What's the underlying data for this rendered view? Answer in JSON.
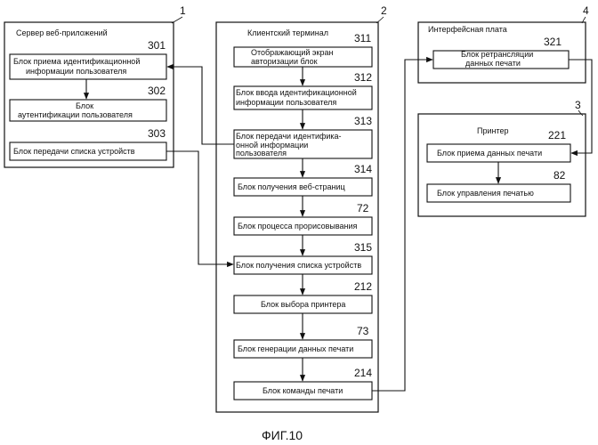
{
  "containers": [
    {
      "id": "server",
      "title": "Сервер веб-приложений",
      "ref": "1"
    },
    {
      "id": "client",
      "title": "Клиентский терминал",
      "ref": "2"
    },
    {
      "id": "board",
      "title": "Интерфейсная плата",
      "ref": "4"
    },
    {
      "id": "printer",
      "title": "Принтер",
      "ref": "3"
    }
  ],
  "blocks": [
    {
      "id": "b301",
      "ref": "301",
      "lines": [
        "Блок приема идентификационной",
        "информации пользователя"
      ]
    },
    {
      "id": "b302",
      "ref": "302",
      "lines": [
        "Блок",
        "аутентификации пользователя"
      ]
    },
    {
      "id": "b303",
      "ref": "303",
      "lines": [
        "Блок передачи списка устройств"
      ]
    },
    {
      "id": "b311",
      "ref": "311",
      "lines": [
        "Отображающий экран",
        "авторизации блок"
      ]
    },
    {
      "id": "b312",
      "ref": "312",
      "lines": [
        "Блок ввода идентификационной",
        "информации пользователя"
      ]
    },
    {
      "id": "b313",
      "ref": "313",
      "lines": [
        "Блок передачи идентифика-",
        "онной информации",
        "пользователя"
      ]
    },
    {
      "id": "b314",
      "ref": "314",
      "lines": [
        "Блок получения веб-страниц"
      ]
    },
    {
      "id": "b72",
      "ref": "72",
      "lines": [
        "Блок процесса прорисовывания"
      ]
    },
    {
      "id": "b315",
      "ref": "315",
      "lines": [
        "Блок получения списка устройств"
      ]
    },
    {
      "id": "b212",
      "ref": "212",
      "lines": [
        "Блок выбора принтера"
      ]
    },
    {
      "id": "b73",
      "ref": "73",
      "lines": [
        "Блок генерации данных печати"
      ]
    },
    {
      "id": "b214",
      "ref": "214",
      "lines": [
        "Блок команды печати"
      ]
    },
    {
      "id": "b321",
      "ref": "321",
      "lines": [
        "Блок ретрансляции",
        "данных печати"
      ]
    },
    {
      "id": "b221",
      "ref": "221",
      "lines": [
        "Блок приема данных печати"
      ]
    },
    {
      "id": "b82",
      "ref": "82",
      "lines": [
        "Блок управления печатью"
      ]
    }
  ],
  "caption": "ФИГ.10"
}
